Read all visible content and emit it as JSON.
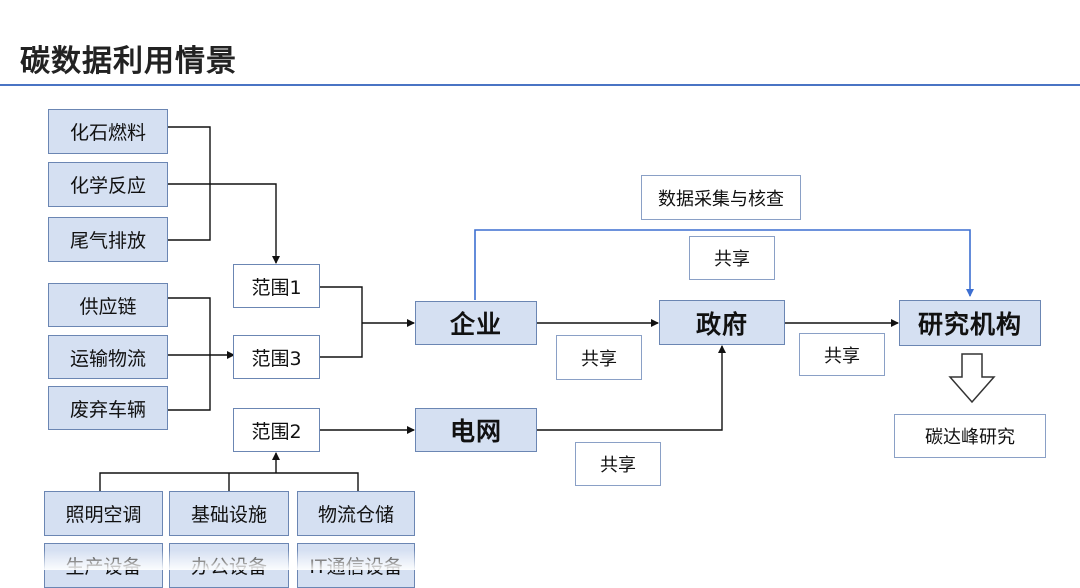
{
  "title": "碳数据利用情景",
  "sources": {
    "fuel": "化石燃料",
    "chem": "化学反应",
    "exhaust": "尾气排放",
    "supply": "供应链",
    "transport": "运输物流",
    "scrap": "废弃车辆",
    "lighting": "照明空调",
    "infra": "基础设施",
    "warehouse": "物流仓储",
    "production": "生产设备",
    "office": "办公设备",
    "it": "IT通信设备"
  },
  "scopes": {
    "scope1": "范围1",
    "scope2": "范围2",
    "scope3": "范围3"
  },
  "nodes": {
    "enterprise": "企业",
    "grid": "电网",
    "government": "政府",
    "research": "研究机构",
    "peak": "碳达峰研究"
  },
  "edge_labels": {
    "collect": "数据采集与核查",
    "share_top": "共享",
    "share_ent": "共享",
    "share_gov": "共享",
    "share_grid": "共享"
  }
}
